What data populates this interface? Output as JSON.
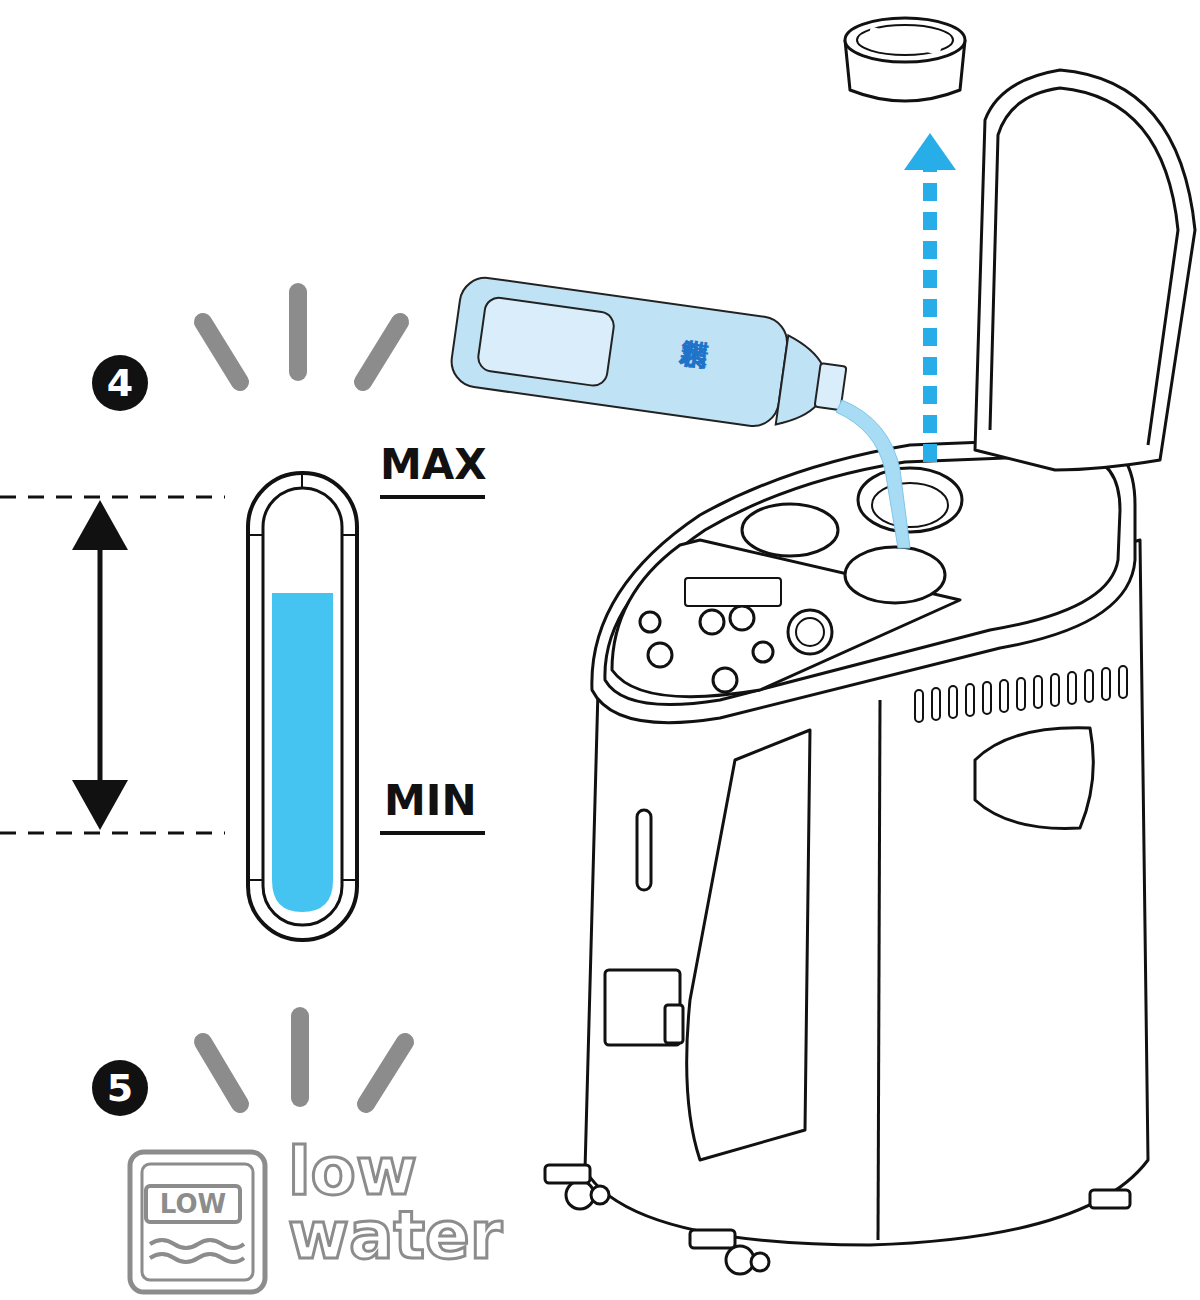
{
  "diagram": {
    "labels": [
      "4",
      "MAX",
      "MIN",
      "精製水",
      "5",
      "LOW",
      "low water"
    ]
  }
}
